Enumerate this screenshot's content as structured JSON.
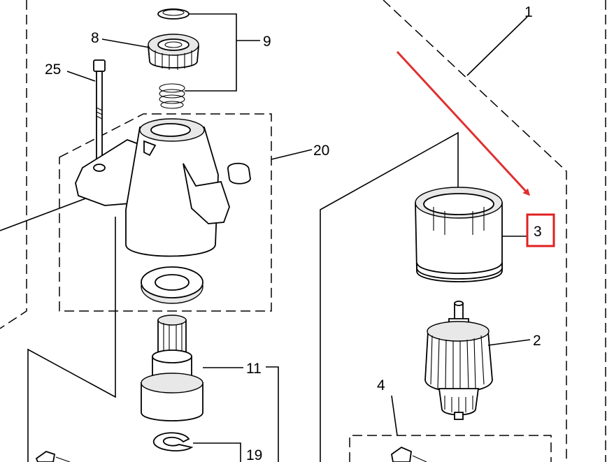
{
  "diagram": {
    "callouts": {
      "c1": "1",
      "c2": "2",
      "c3": "3",
      "c4": "4",
      "c8": "8",
      "c9": "9",
      "c11": "11",
      "c19": "19",
      "c20": "20",
      "c25": "25"
    },
    "highlight": {
      "target": "3",
      "box_color": "#e02020",
      "arrow_color": "#e03030"
    }
  }
}
